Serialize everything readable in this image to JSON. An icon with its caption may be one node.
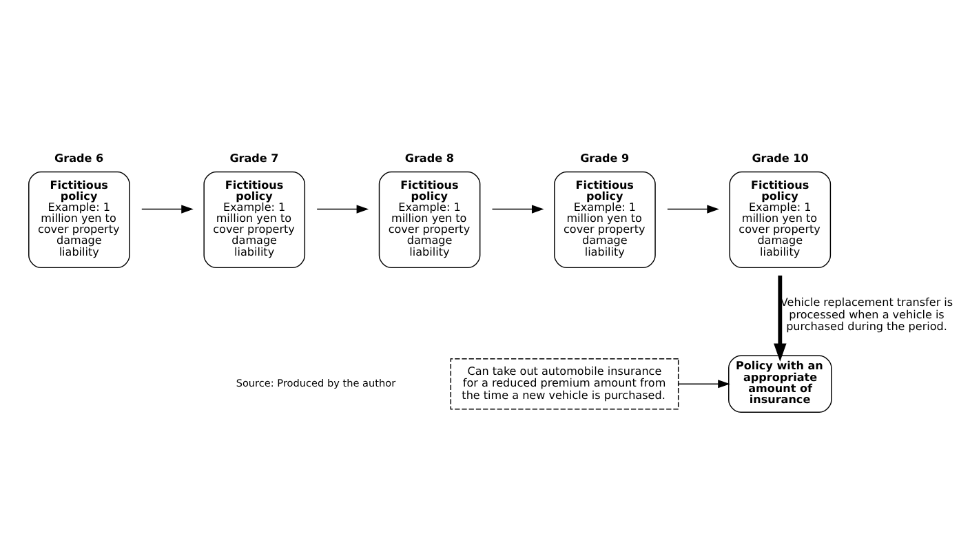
{
  "diagram": {
    "nodes": [
      {
        "text": [
          "Grade 6",
          "Fictitious policy",
          "Example: 1 million yen to cover property damage liability"
        ]
      },
      {
        "text": [
          "Grade 7",
          "Fictitious policy",
          "Example: 1 million yen to cover property damage liability"
        ]
      },
      {
        "text": [
          "Grade 8",
          "Fictitious policy",
          "Example: 1 million yen to cover property damage liability"
        ]
      },
      {
        "text": [
          "Grade 9",
          "Fictitious policy",
          "Example: 1 million yen to cover property damage liability"
        ]
      },
      {
        "text": [
          "Grade 10",
          "Fictitious policy",
          "Example: 1 million yen to cover property damage liability"
        ]
      },
      {
        "text": [
          "Can take out automobile insurance for a reduced premium amount from the time a new vehicle is purchased."
        ]
      },
      {
        "text": [
          "Policy with an appropriate amount of insurance"
        ]
      }
    ],
    "edges": [
      {
        "from": 0,
        "to": 1,
        "arrow": "to"
      },
      {
        "from": 1,
        "to": 2,
        "arrow": "to"
      },
      {
        "from": 2,
        "to": 3,
        "arrow": "to"
      },
      {
        "from": 3,
        "to": 4,
        "arrow": "to"
      },
      {
        "from": 4,
        "to": 6,
        "arrow": "to",
        "label": "Vehicle replacement transfer is processed when a vehicle is purchased during the period.",
        "style": "thick"
      },
      {
        "from": 5,
        "to": 6,
        "arrow": "to"
      }
    ],
    "labels": [
      "Source: Produced by the author"
    ]
  }
}
